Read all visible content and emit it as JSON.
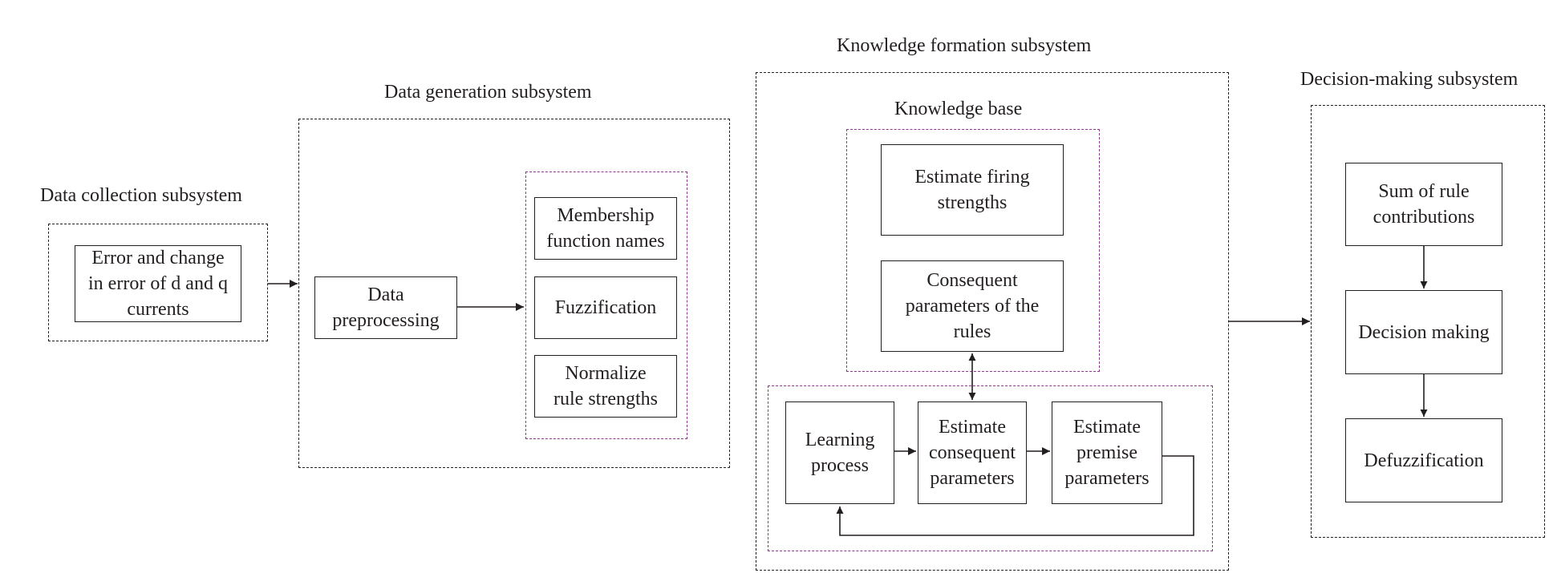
{
  "subsystems": {
    "data_collection": "Data collection subsystem",
    "data_generation": "Data generation subsystem",
    "knowledge_formation": "Knowledge formation subsystem",
    "knowledge_base": "Knowledge base",
    "decision_making": "Decision-making subsystem"
  },
  "boxes": {
    "error_change": [
      "Error and change",
      "in error of d and q",
      "currents"
    ],
    "data_preprocessing": [
      "Data",
      "preprocessing"
    ],
    "membership": [
      "Membership",
      "function names"
    ],
    "fuzzification": [
      "Fuzzification"
    ],
    "normalize": [
      "Normalize",
      "rule strengths"
    ],
    "firing": [
      "Estimate firing",
      "strengths"
    ],
    "consequent_params_rules": [
      "Consequent",
      "parameters of the",
      "rules"
    ],
    "learning": [
      "Learning",
      "process"
    ],
    "estimate_consequent": [
      "Estimate",
      "consequent",
      "parameters"
    ],
    "estimate_premise": [
      "Estimate",
      "premise",
      "parameters"
    ],
    "sum_rule": [
      "Sum of rule",
      "contributions"
    ],
    "decision": [
      "Decision making"
    ],
    "defuzzification": [
      "Defuzzification"
    ]
  },
  "colors": {
    "ink": "#231f20",
    "purple_dash": "#8b3a8b"
  }
}
